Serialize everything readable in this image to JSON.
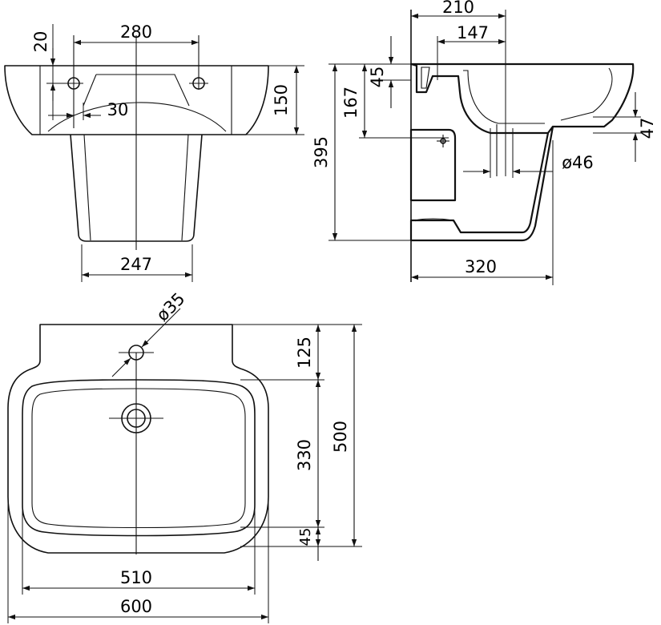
{
  "drawing": {
    "front_view": {
      "dims": {
        "tap_hole_spacing": "280",
        "rim_thickness": "20",
        "overflow_offset": "30",
        "basin_height": "150",
        "pedestal_width": "247"
      }
    },
    "side_view": {
      "dims": {
        "depth_top": "210",
        "waste_offset": "147",
        "overflow_height": "45",
        "waste_height": "167",
        "total_height": "395",
        "outlet_height": "47",
        "waste_diameter": "ø46",
        "pedestal_depth": "320"
      }
    },
    "top_view": {
      "dims": {
        "tap_hole_diameter": "ø35",
        "back_to_bowl": "125",
        "bowl_depth": "330",
        "front_rim": "45",
        "total_depth": "500",
        "bowl_width": "510",
        "total_width": "600"
      }
    }
  }
}
